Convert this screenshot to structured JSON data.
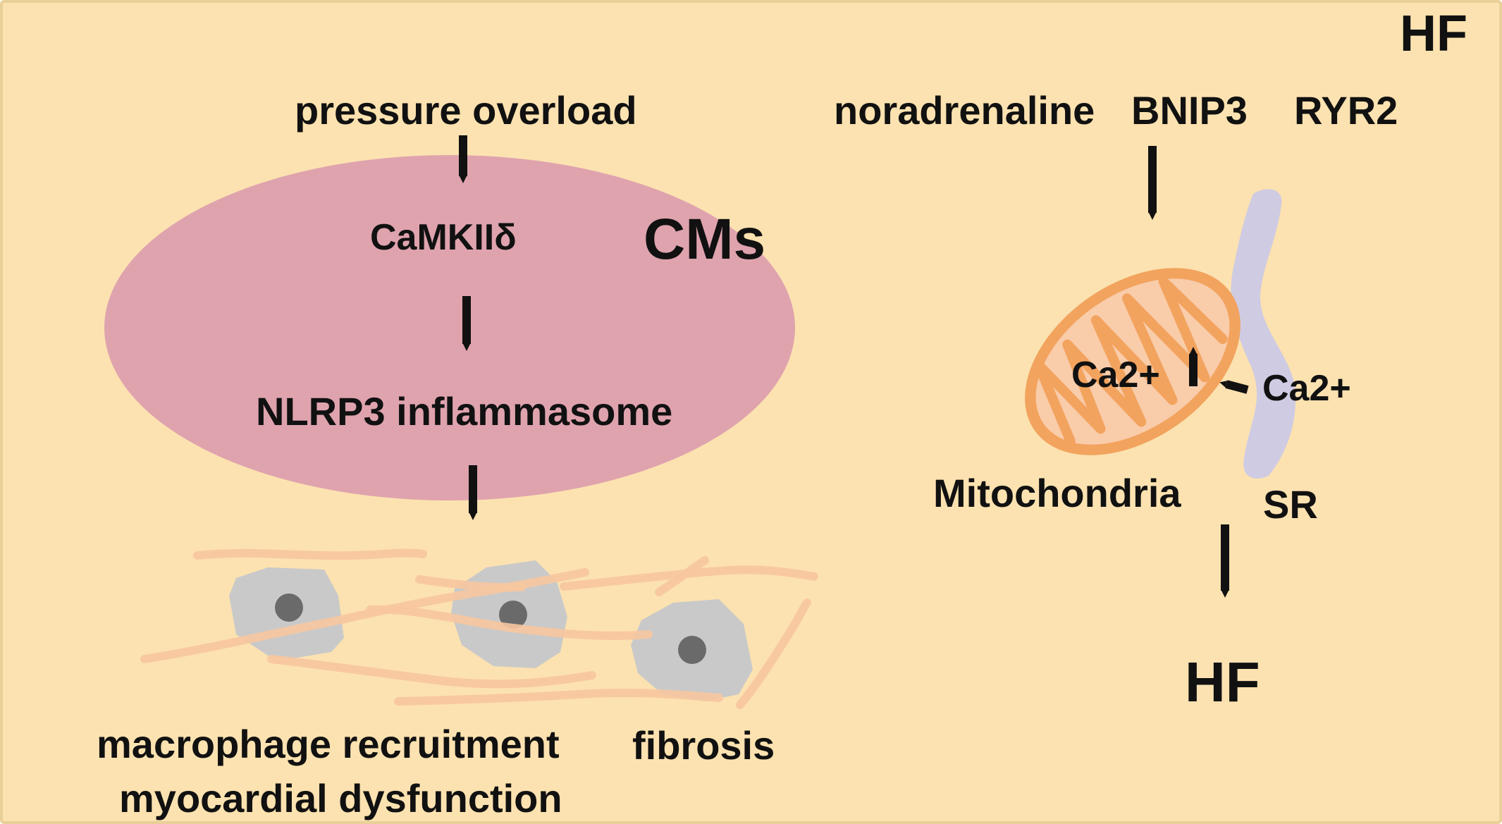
{
  "colors": {
    "background": "#fce2b0",
    "border": "#e9cf98",
    "cell": "#dfa3ae",
    "macrophage": "#c9c9c9",
    "macrophage_nucleus": "#6a6a6a",
    "fiber": "#f7c7a0",
    "mitochondria_outer": "#f2a35e",
    "mitochondria_inner": "#f9ccaa",
    "sr": "#cfcbe2",
    "arrow": "#111111"
  },
  "icons": {
    "cell": "cardiomyocyte-ellipse",
    "macrophage": "macrophage-cell-icon",
    "fiber": "collagen-fiber-icon",
    "mitochondria": "mitochondria-icon",
    "sr": "sarcoplasmic-reticulum-icon",
    "arrow": "down-arrow-icon"
  },
  "left_panel": {
    "trigger": "pressure overload",
    "cell_type": "CMs",
    "kinase": "CaMKIIδ",
    "complex": "NLRP3 inflammasome",
    "outcome_1": "macrophage recruitment",
    "outcome_2": "fibrosis",
    "outcome_3": "myocardial dysfunction"
  },
  "right_panel": {
    "corner_title": "HF",
    "factor_1": "noradrenaline",
    "factor_2": "BNIP3",
    "factor_3": "RYR2",
    "calcium_inside": "Ca2+",
    "calcium_outside": "Ca2+",
    "organelle": "Mitochondria",
    "reticulum": "SR",
    "result": "HF"
  }
}
